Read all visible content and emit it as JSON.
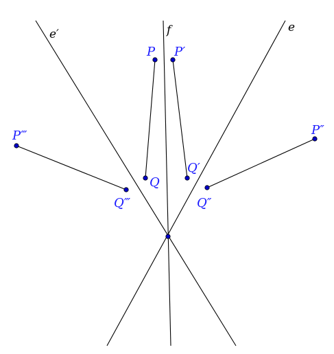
{
  "colors": {
    "line": "#000000",
    "point": "#0000c8",
    "point_label": "#1a1aff",
    "line_label": "#000000"
  },
  "lines": {
    "e_prime": {
      "label": "e′"
    },
    "f": {
      "label": "f"
    },
    "e": {
      "label": "e"
    }
  },
  "points": {
    "P": {
      "label": "P"
    },
    "Q": {
      "label": "Q"
    },
    "P1": {
      "label": "P′"
    },
    "Q1": {
      "label": "Q′"
    },
    "P2": {
      "label": "P″"
    },
    "Q2": {
      "label": "Q″"
    },
    "P3": {
      "label": "P‴"
    },
    "Q3": {
      "label": "Q‴"
    },
    "O": {
      "label": ""
    }
  }
}
